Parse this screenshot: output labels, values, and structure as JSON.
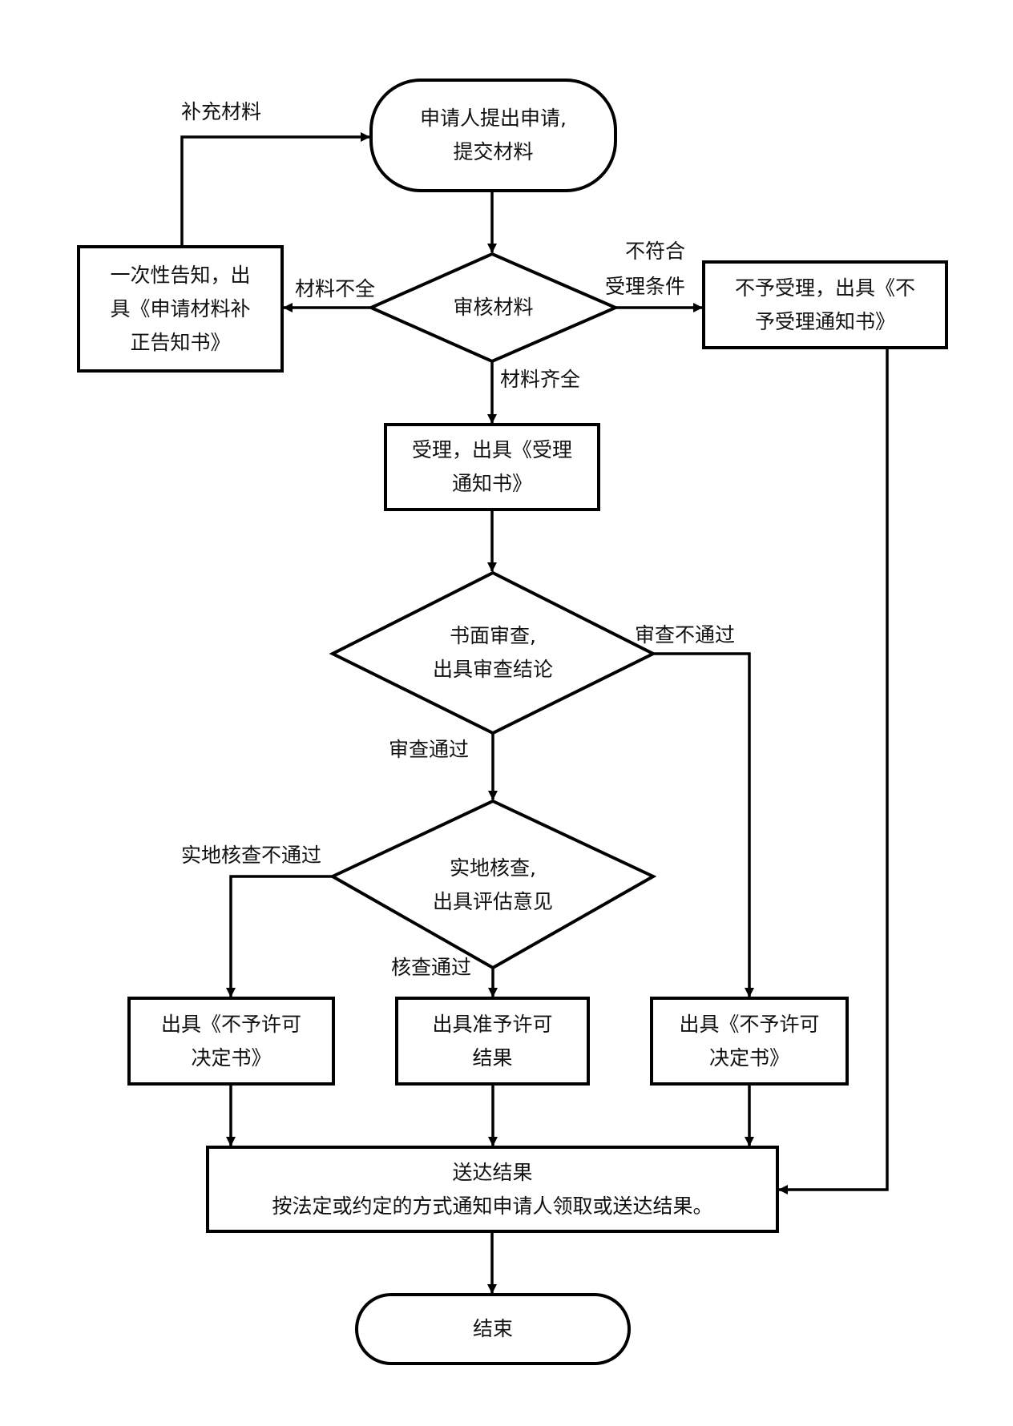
{
  "nodes": {
    "start": {
      "lines": [
        "申请人提出申请,",
        "提交材料"
      ]
    },
    "review_materials": {
      "lines": [
        "审核材料"
      ]
    },
    "notify_correction": {
      "lines": [
        "一次性告知，出",
        "具《申请材料补",
        "正告知书》"
      ]
    },
    "reject_acceptance": {
      "lines": [
        "不予受理，出具《不",
        "予受理通知书》"
      ]
    },
    "accept": {
      "lines": [
        "受理，出具《受理",
        "通知书》"
      ]
    },
    "written_review": {
      "lines": [
        "书面审查,",
        "出具审查结论"
      ]
    },
    "site_inspection": {
      "lines": [
        "实地核查,",
        "出具评估意见"
      ]
    },
    "deny_left": {
      "lines": [
        "出具《不予许可",
        "决定书》"
      ]
    },
    "approve": {
      "lines": [
        "出具准予许可",
        "结果"
      ]
    },
    "deny_right": {
      "lines": [
        "出具《不予许可",
        "决定书》"
      ]
    },
    "deliver": {
      "lines": [
        "送达结果",
        "按法定或约定的方式通知申请人领取或送达结果。"
      ]
    },
    "end": {
      "lines": [
        "结束"
      ]
    }
  },
  "edge_labels": {
    "supplement": "补充材料",
    "incomplete": "材料不全",
    "not_qualified_1": "不符合",
    "not_qualified_2": "受理条件",
    "complete": "材料齐全",
    "review_fail": "审查不通过",
    "review_pass": "审查通过",
    "inspection_fail": "实地核查不通过",
    "inspection_pass": "核查通过"
  }
}
